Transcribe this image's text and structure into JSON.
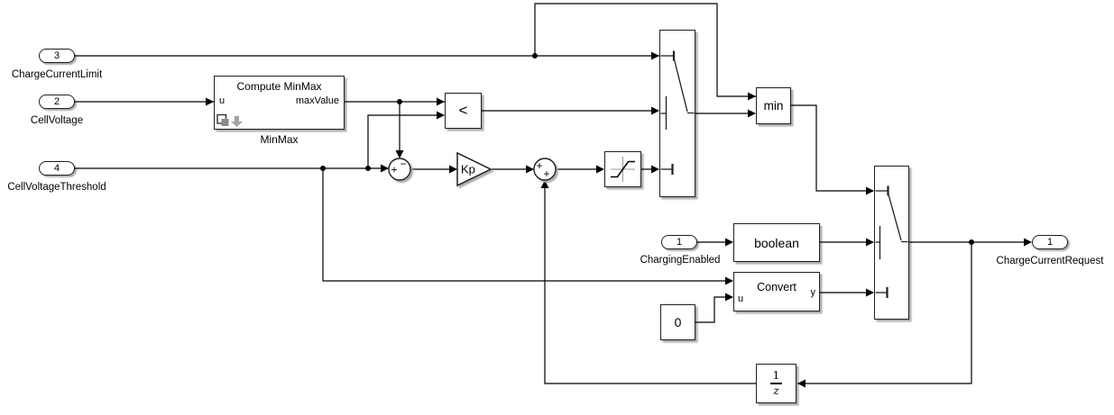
{
  "ports": {
    "in": [
      {
        "num": "3",
        "label": "ChargeCurrentLimit"
      },
      {
        "num": "2",
        "label": "CellVoltage"
      },
      {
        "num": "4",
        "label": "CellVoltageThreshold"
      },
      {
        "num": "1",
        "label": "ChargingEnabled"
      }
    ],
    "out": [
      {
        "num": "1",
        "label": "ChargeCurrentRequest"
      }
    ]
  },
  "blocks": {
    "minmax": {
      "title": "Compute MinMax",
      "in_label": "u",
      "out_label": "maxValue",
      "caption": "MinMax"
    },
    "relational": {
      "op": "<"
    },
    "sum1": {
      "left": "+",
      "top": "−"
    },
    "gain": {
      "label": "Kp"
    },
    "sum2": {
      "left": "+",
      "bottom": "+"
    },
    "min": {
      "label": "min"
    },
    "bool": {
      "label": "boolean"
    },
    "convert": {
      "label": "Convert",
      "in_label": "u",
      "out_label": "y"
    },
    "constant": {
      "value": "0"
    },
    "unit_delay": {
      "numerator": "1",
      "denominator": "z"
    }
  },
  "icons": {
    "badge_square": "subsystem-badge-icon",
    "badge_arrow": "down-arrow-icon"
  },
  "colors": {
    "background": "#ffffff",
    "wire": "#000000",
    "block_border": "#1f1f1f",
    "block_fill": "#ffffff",
    "shadow": "#adadad",
    "badge_gray": "#8a8a8a",
    "axis_gray": "#999999"
  }
}
